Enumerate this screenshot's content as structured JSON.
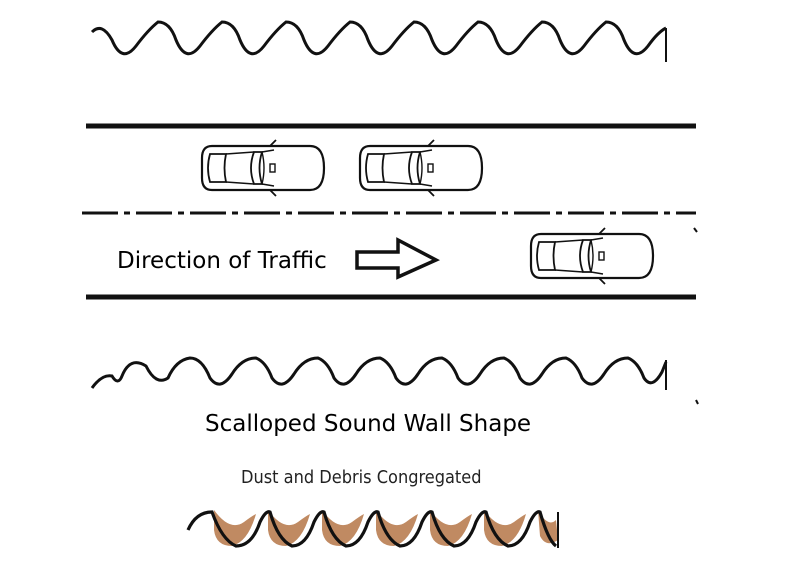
{
  "labels": {
    "direction": "Direction of Traffic",
    "wall_shape": "Scalloped Sound Wall Shape",
    "dust": "Dust and Debris Congregated"
  },
  "colors": {
    "ink": "#111111",
    "dust_fill": "#c08a62",
    "background": "#ffffff"
  },
  "icons": [
    "car-icon",
    "arrow-right-icon"
  ],
  "lanes": 2,
  "cars_in_top_lane": 2,
  "cars_in_bottom_lane": 1
}
